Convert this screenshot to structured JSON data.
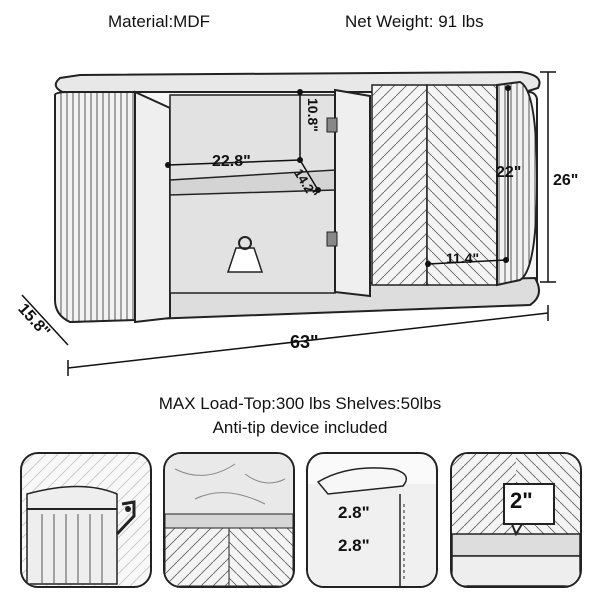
{
  "header": {
    "material": "Material:MDF",
    "net_weight": "Net Weight: 91 lbs"
  },
  "dimensions": {
    "width": "63\"",
    "height": "26\"",
    "depth": "15.8\"",
    "interior_width": "22.8\"",
    "interior_depth": "14.2\"",
    "upper_height": "10.8\"",
    "interior_height": "22\"",
    "door_panel": "11.4\""
  },
  "load_info": {
    "line1": "MAX Load-Top:300 lbs    Shelves:50lbs",
    "line2": "Anti-tip device included"
  },
  "details": {
    "spacing_top": "2.8\"",
    "spacing_bottom": "2.8\"",
    "panel_size": "2\""
  }
}
